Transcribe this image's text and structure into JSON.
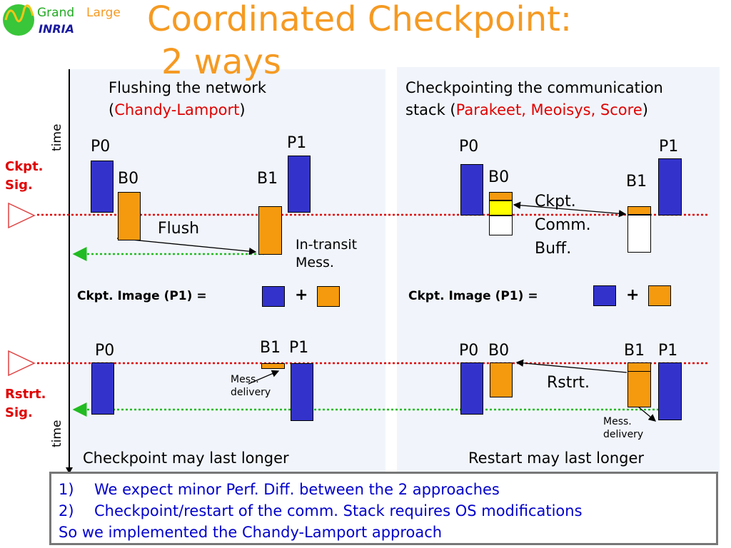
{
  "logo": {
    "grand": "Grand",
    "large": "Large",
    "inria": "INRIA"
  },
  "title": {
    "line1": "Coordinated Checkpoint:",
    "line2": "2 ways"
  },
  "left": {
    "heading_line1": "Flushing the network",
    "heading_open": "(",
    "heading_red": "Chandy-Lamport",
    "heading_close": ")",
    "p0": "P0",
    "p1": "P1",
    "b0": "B0",
    "b1": "B1",
    "flush": "Flush",
    "in_transit_1": "In-transit",
    "in_transit_2": "Mess.",
    "image_eq": "Ckpt. Image (P1) =",
    "plus": "+",
    "p0_bottom": "P0",
    "b1_bottom": "B1",
    "p1_bottom": "P1",
    "mess_delivery_1": "Mess.",
    "mess_delivery_2": "delivery",
    "footer": "Checkpoint may last longer"
  },
  "right": {
    "heading_line1": "Checkpointing the communication",
    "heading_prefix": "stack (",
    "heading_red": "Parakeet, Meoisys, Score",
    "heading_close": ")",
    "p0": "P0",
    "p1": "P1",
    "b0": "B0",
    "b1": "B1",
    "ckpt_buff_1": "Ckpt.",
    "ckpt_buff_2": "Comm.",
    "ckpt_buff_3": "Buff.",
    "image_eq": "Ckpt. Image (P1) =",
    "plus": "+",
    "p0_bottom": "P0",
    "b0_bottom": "B0",
    "b1_bottom": "B1",
    "p1_bottom": "P1",
    "rstrt": "Rstrt.",
    "mess_delivery_1": "Mess.",
    "mess_delivery_2": "delivery",
    "footer": "Restart may last longer"
  },
  "signals": {
    "ckpt_1": "Ckpt.",
    "ckpt_2": "Sig.",
    "rstrt_1": "Rstrt.",
    "rstrt_2": "Sig."
  },
  "time_labels": {
    "top": "time",
    "bottom": "time"
  },
  "conclusions": {
    "item1_num": "1)",
    "item1": "We expect minor Perf. Diff. between the 2 approaches",
    "item2_num": "2)",
    "item2": "Checkpoint/restart of the comm. Stack requires OS modifications",
    "summary": "So we implemented the Chandy-Lamport approach"
  },
  "colors": {
    "title": "#f59a23",
    "process": "#3333cc",
    "buffer": "#f59a0e",
    "comm_buffer": "#ffff00",
    "red_highlight": "#e00000",
    "conclusion_text": "#0000cc",
    "signal_line": "#e00000",
    "sync_line": "#22bb22"
  }
}
